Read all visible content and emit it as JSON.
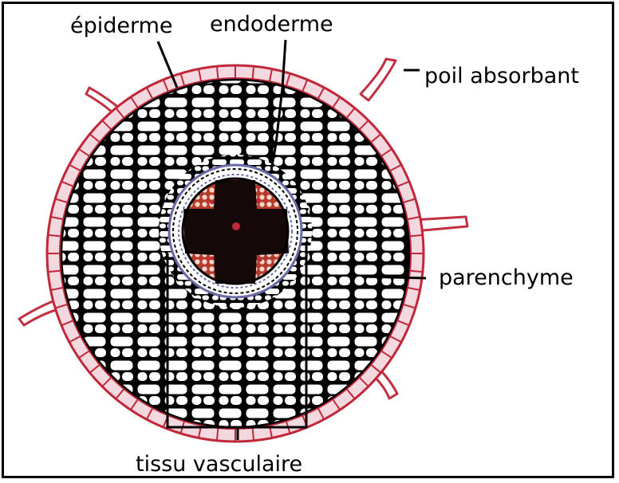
{
  "labels": {
    "epiderme": "épiderme",
    "endoderme": "endoderme",
    "poil": "poil absorbant",
    "parenchyme": "parenchyme",
    "tissu": "tissu vasculaire"
  },
  "colors": {
    "outline": "#000000",
    "epidermis_edge": "#c0283a",
    "epidermis_fill": "#f4d8df",
    "endoderm": "#6a6aa8",
    "xylem": "#140808",
    "phloem_bg": "#b83a2a",
    "phloem_cells": "#f3d6cc",
    "hair": "#c03040"
  }
}
